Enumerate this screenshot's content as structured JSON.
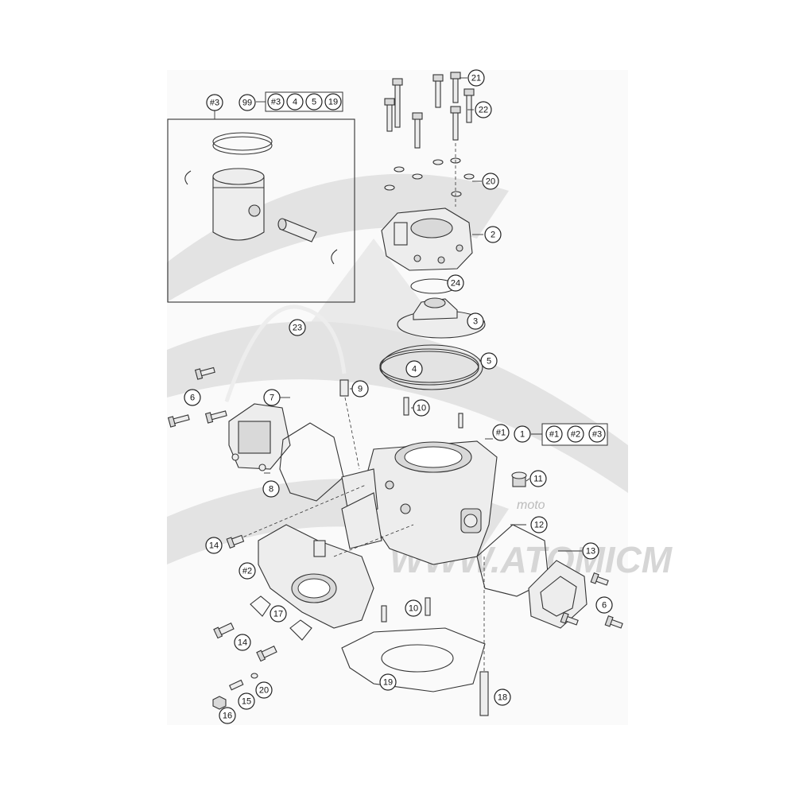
{
  "callouts": {
    "c21": "21",
    "c22": "22",
    "c20a": "20",
    "c2": "2",
    "c24": "24",
    "c3": "3",
    "c23": "23",
    "c5": "5",
    "c4": "4",
    "c9": "9",
    "c6a": "6",
    "c7": "7",
    "c10a": "10",
    "c1_1": "#1",
    "c1": "1",
    "c11": "11",
    "c8": "8",
    "c12": "12",
    "c13": "13",
    "c14a": "14",
    "c2_2": "#2",
    "c6b": "6",
    "c10b": "10",
    "c17": "17",
    "c14b": "14",
    "c19": "19",
    "c20b": "20",
    "c15": "15",
    "c18": "18",
    "c16": "16",
    "c3_3": "#3",
    "c99": "99"
  },
  "kit_99": [
    "#3",
    "4",
    "5",
    "19"
  ],
  "kit_1": [
    "#1",
    "#2",
    "#3"
  ],
  "watermark": {
    "brand_word": "moto",
    "brand_text": "WWW.ATOMICM"
  },
  "colors": {
    "line": "#333333",
    "part_fill": "#ededed",
    "watermark": "#e3e3e3"
  }
}
